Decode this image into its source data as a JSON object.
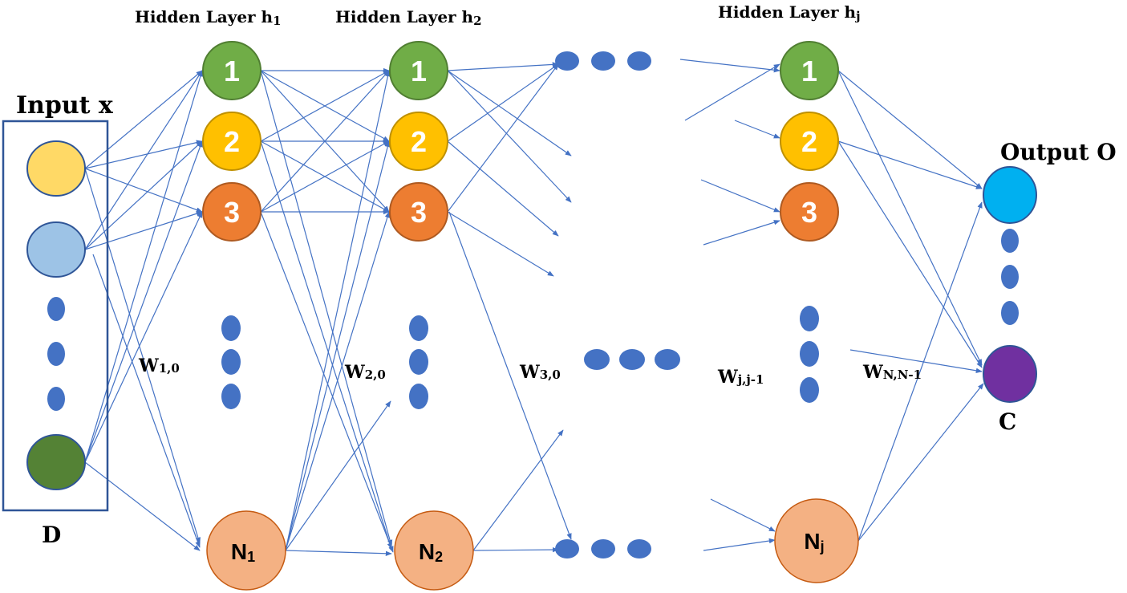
{
  "labels": {
    "input": "Input x",
    "input_dim": "D",
    "hidden1": "Hidden Layer h",
    "hidden1_sub": "1",
    "hidden2": "Hidden Layer h",
    "hidden2_sub": "2",
    "hiddenj": "Hidden Layer h",
    "hiddenj_sub": "j",
    "output": "Output O",
    "output_dim": "C",
    "w1": "W",
    "w1_sub": "1,0",
    "w2": "W",
    "w2_sub": "2,0",
    "w3": "W",
    "w3_sub": "3,0",
    "wj": "W",
    "wj_sub": "j,j-1",
    "wn": "W",
    "wn_sub": "N,N-1"
  },
  "nodes": {
    "n1": "1",
    "n2": "2",
    "n3": "3",
    "h1_last": "N",
    "h1_last_sub": "1",
    "h2_last": "N",
    "h2_last_sub": "2",
    "hj_last": "N",
    "hj_last_sub": "j"
  },
  "colors": {
    "edge": "#4472C4",
    "green": "#70AD47",
    "yellow": "#FFC000",
    "orange": "#ED7D31",
    "salmon": "#F4B183",
    "input_yellow": "#FFD966",
    "input_blue": "#9DC3E6",
    "input_green": "#548235",
    "output_blue": "#00B0F0",
    "output_purple": "#7030A0",
    "dot": "#4472C4",
    "box": "#2F5597"
  }
}
